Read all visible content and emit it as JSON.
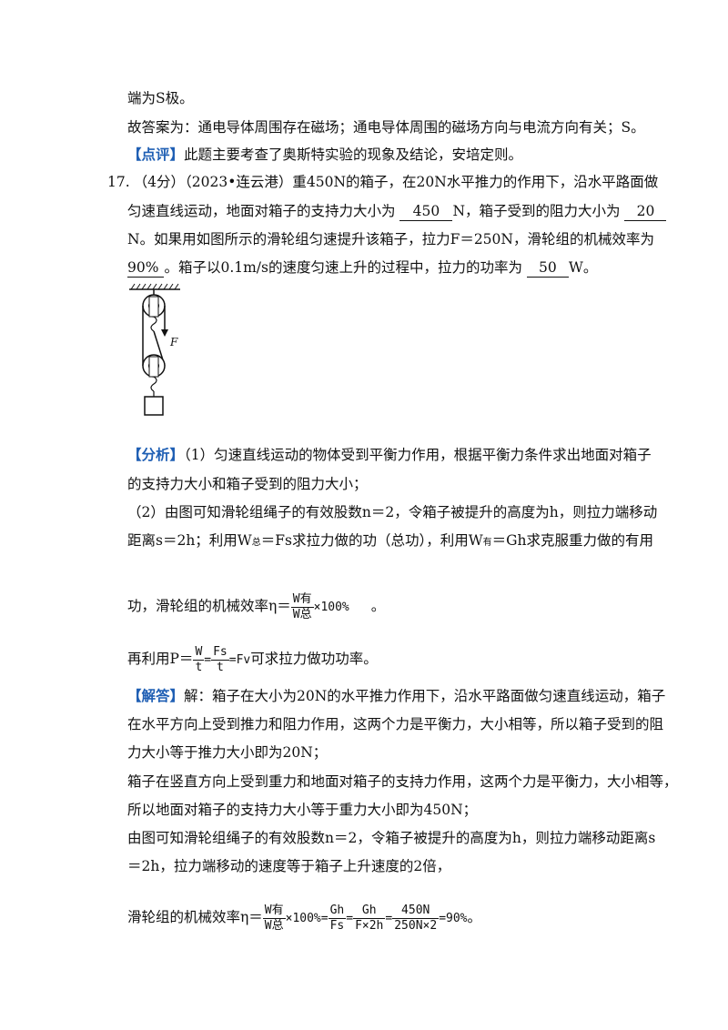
{
  "prev": {
    "line1": "端为S极。",
    "line2": "故答案为：通电导体周围存在磁场；通电导体周围的磁场方向与电流方向有关；S。",
    "review_tag": "【点评】",
    "review_text": "此题主要考查了奥斯特实验的现象及结论，安培定则。"
  },
  "question": {
    "number": "17.",
    "line1": "（4分）（2023•连云港）重450N的箱子，在20N水平推力的作用下，沿水平路面做",
    "line2_a": "匀速直线运动，地面对箱子的支持力大小为",
    "ans1": "450",
    "line2_b": "N，箱子受到的阻力大小为",
    "ans2": "20",
    "line3": "N。如果用如图所示的滑轮组匀速提升该箱子，拉力F＝250N，滑轮组的机械效率为",
    "ans3": "90%",
    "line4_a": "。箱子以0.1m/s的速度匀速上升的过程中，拉力的功率为",
    "ans4": "50",
    "line4_b": "W。",
    "figure_label": "F"
  },
  "analysis": {
    "tag": "【分析】",
    "line1": "（1）匀速直线运动的物体受到平衡力作用，根据平衡力条件求出地面对箱子",
    "line2": "的支持力大小和箱子受到的阻力大小；",
    "line3": "（2）由图可知滑轮组绳子的有效股数n＝2，令箱子被提升的高度为h，则拉力端移动",
    "line4_a": "距离s＝2h；利用W",
    "sub_zong": "总",
    "line4_b": "＝Fs求拉力做的功（总功），利用W",
    "sub_you": "有",
    "line4_c": "＝Gh求克服重力做的有用",
    "line5": "功，滑轮组的机械效率η＝",
    "eff_num": "W有",
    "eff_den": "W总",
    "eff_tail": "×100%",
    "line5_end": "。",
    "line6_a": "再利用P＝",
    "p_num1": "W",
    "p_den1": "t",
    "p_eq1": "=",
    "p_num2": "Fs",
    "p_den2": "t",
    "p_eq2": "=Fv",
    "line6_b": "可求拉力做功功率。"
  },
  "solution": {
    "tag": "【解答】",
    "line1": "解：箱子在大小为20N的水平推力作用下，沿水平路面做匀速直线运动，箱子",
    "line2": "在水平方向上受到推力和阻力作用，这两个力是平衡力，大小相等，所以箱子受到的阻",
    "line3": "力大小等于推力大小即为20N；",
    "line4": "箱子在竖直方向上受到重力和地面对箱子的支持力作用，这两个力是平衡力，大小相等，",
    "line5": "所以地面对箱子的支持力大小等于重力大小即为450N；",
    "line6": "由图可知滑轮组绳子的有效股数n＝2，令箱子被提升的高度为h，则拉力端移动距离s",
    "line7": "＝2h，拉力端移动的速度等于箱子上升速度的2倍，",
    "line8": "滑轮组的机械效率η＝",
    "f1_num": "W有",
    "f1_den": "W总",
    "f1_tail": "×100%",
    "f2_eq": "=",
    "f2_num": "Gh",
    "f2_den": "Fs",
    "f3_eq": "=",
    "f3_num": "Gh",
    "f3_den": "F×2h",
    "f4_eq": "=",
    "f4_num": "450N",
    "f4_den": "250N×2",
    "f4_res": "=90%",
    "line8_end": "。"
  }
}
